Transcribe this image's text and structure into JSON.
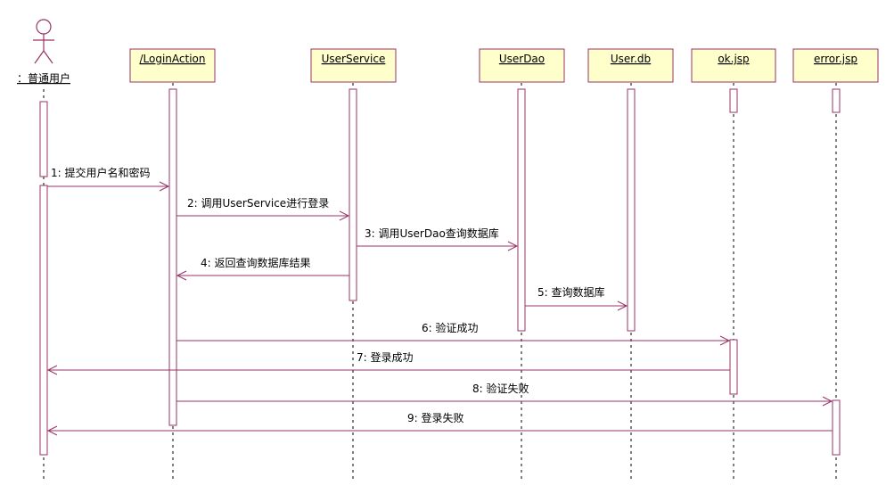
{
  "diagram_type": "UML sequence diagram",
  "colors": {
    "border": "#993366",
    "object_fill": "#ffffcc",
    "lifeline": "#000000"
  },
  "actor": {
    "name": "：普通用户",
    "icon": "stick-figure-icon"
  },
  "participants": [
    {
      "id": "action",
      "label": "/LoginAction"
    },
    {
      "id": "service",
      "label": "UserService"
    },
    {
      "id": "dao",
      "label": "UserDao"
    },
    {
      "id": "db",
      "label": "User.db"
    },
    {
      "id": "ok",
      "label": "ok.jsp"
    },
    {
      "id": "error",
      "label": "error.jsp"
    }
  ],
  "messages": [
    {
      "from": "actor",
      "to": "action",
      "label": "1: 提交用户名和密码"
    },
    {
      "from": "action",
      "to": "service",
      "label": "2: 调用UserService进行登录"
    },
    {
      "from": "service",
      "to": "dao",
      "label": "3: 调用UserDao查询数据库"
    },
    {
      "from": "service",
      "to": "action",
      "label": "4: 返回查询数据库结果"
    },
    {
      "from": "dao",
      "to": "db",
      "label": "5: 查询数据库"
    },
    {
      "from": "action",
      "to": "ok",
      "label": "6: 验证成功"
    },
    {
      "from": "ok",
      "to": "actor",
      "label": "7: 登录成功"
    },
    {
      "from": "action",
      "to": "error",
      "label": "8: 验证失败"
    },
    {
      "from": "error",
      "to": "actor",
      "label": "9: 登录失败"
    }
  ]
}
